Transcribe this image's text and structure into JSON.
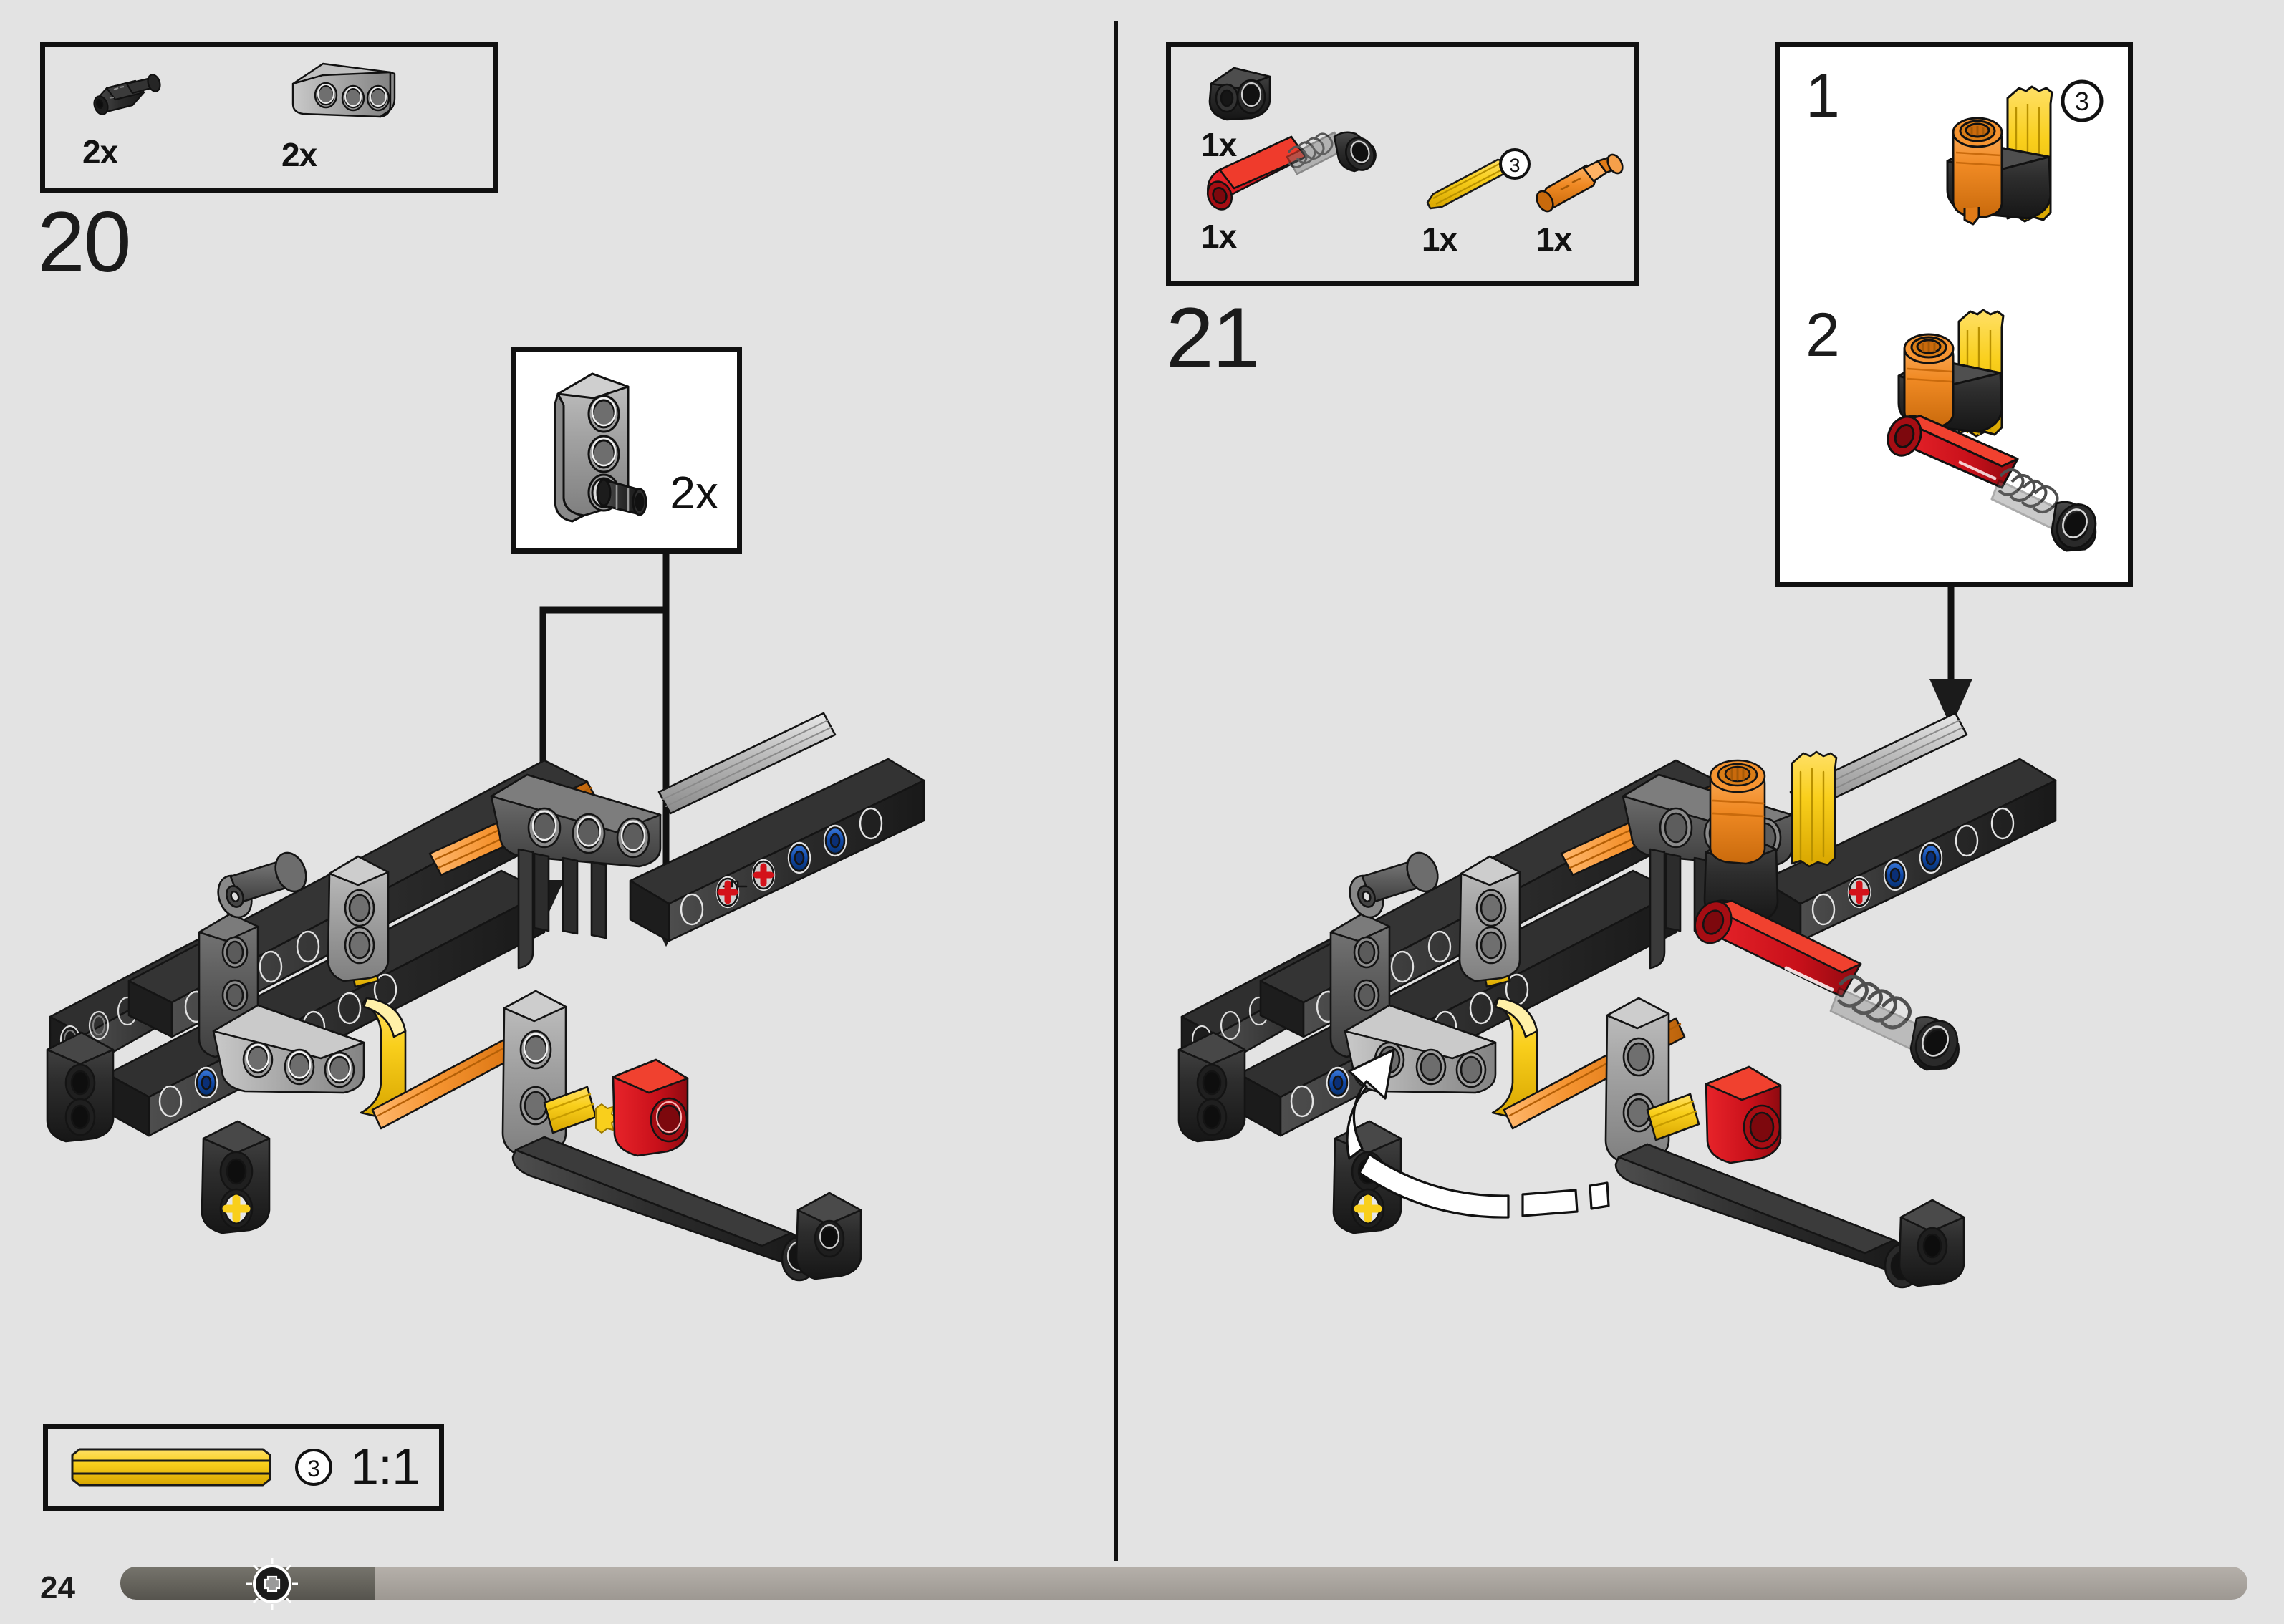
{
  "page": {
    "number": "24",
    "background_color": "#e3e3e3",
    "progress": {
      "fill_percent": 12,
      "track_color": "#a9a49e",
      "fill_color": "#65635c",
      "marker_icon": "gear-cross-marker-icon"
    }
  },
  "steps": [
    {
      "id": "step-20",
      "number": "20",
      "parts_box": {
        "parts": [
          {
            "name": "black-axle-pin-connector",
            "qty": "2x",
            "color": "#2b2b2b"
          },
          {
            "name": "light-gray-liftarm-3",
            "qty": "2x",
            "color": "#9d9d9d"
          }
        ]
      },
      "callout": {
        "qty": "2x",
        "part_name": "gray-liftarm-with-black-pin",
        "arrow_count": 2
      }
    },
    {
      "id": "step-21",
      "number": "21",
      "parts_box": {
        "parts": [
          {
            "name": "black-pin-connector-round",
            "qty": "1x",
            "color": "#2b2b2b"
          },
          {
            "name": "red-shock-absorber",
            "qty": "1x",
            "color": "#d4121a"
          },
          {
            "name": "yellow-axle-3",
            "qty": "1x",
            "color": "#f5c518",
            "badge": "3"
          },
          {
            "name": "orange-axle-pin",
            "qty": "1x",
            "color": "#f08a24"
          }
        ]
      },
      "subassembly": {
        "sub_steps": [
          {
            "number": "1",
            "badge": "3",
            "description": "orange-pin-and-yellow-axle-in-black-connector"
          },
          {
            "number": "2",
            "description": "red-shock-absorber-attached"
          }
        ]
      }
    }
  ],
  "scale_ruler": {
    "label": "1:1",
    "badge": "3",
    "part_name": "yellow-axle-3",
    "part_color": "#f5c518"
  },
  "colors": {
    "background": "#e3e3e3",
    "outline": "#111111",
    "black_part": "#2b2b2b",
    "dark_gray_part": "#5a5a5a",
    "light_gray_part": "#9d9d9d",
    "red_part": "#d4121a",
    "yellow_part": "#f5c518",
    "orange_part": "#f08a24",
    "blue_pin": "#1049a9",
    "white": "#ffffff"
  }
}
